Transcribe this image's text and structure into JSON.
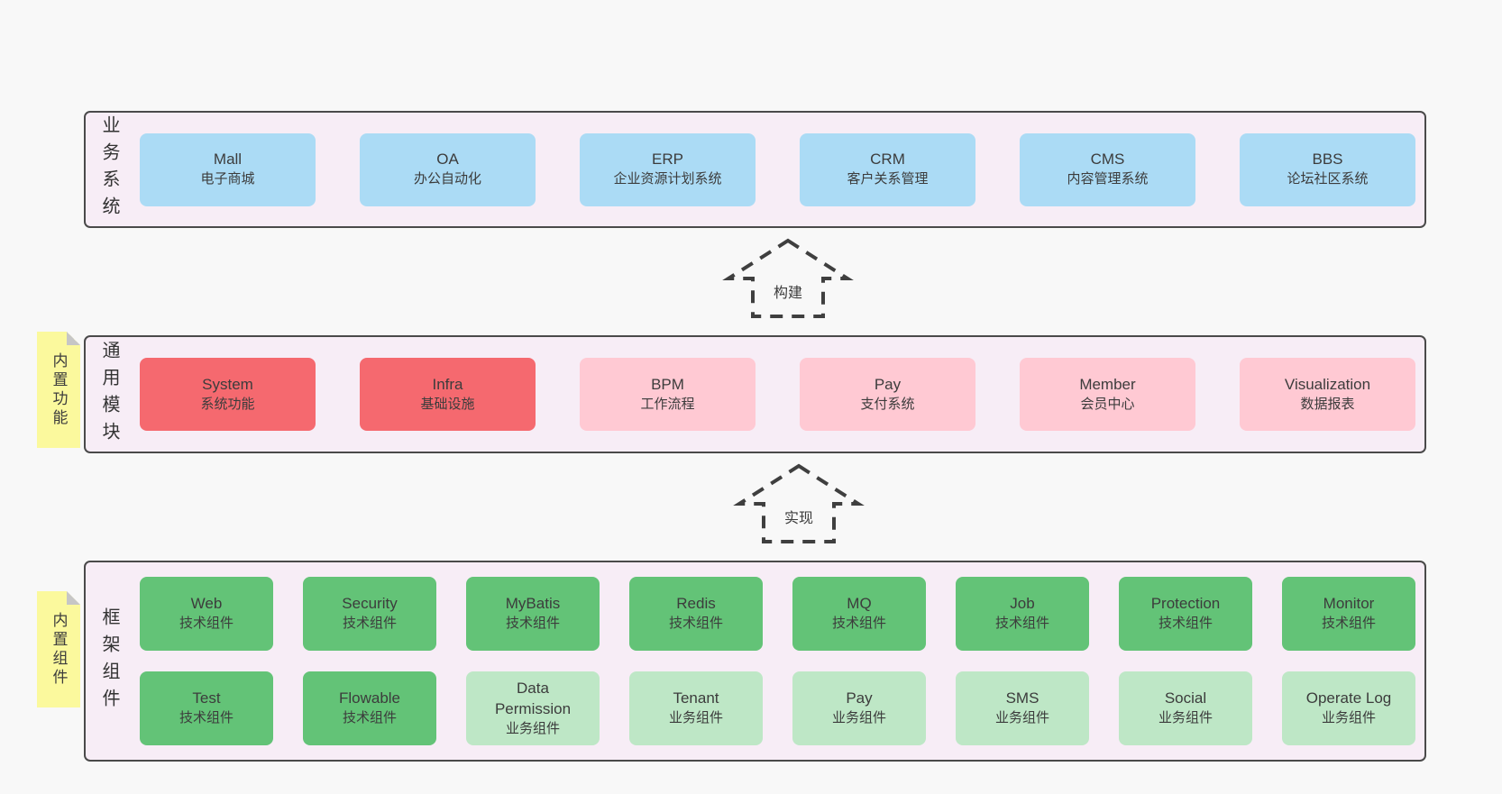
{
  "colors": {
    "page_bg": "#f8f8f8",
    "panel_bg": "#f7edf6",
    "panel_border": "#4a4a4a",
    "blue": "#abdbf5",
    "red": "#f5696f",
    "pink": "#ffc9d3",
    "green": "#63c377",
    "lightgreen": "#bee7c6",
    "sticky_yellow": "#fbf99d",
    "text": "#3c3c3c"
  },
  "layers": [
    {
      "label": "业务系统",
      "boxes": [
        {
          "title": "Mall",
          "subtitle": "电子商城",
          "variant": "blue"
        },
        {
          "title": "OA",
          "subtitle": "办公自动化",
          "variant": "blue"
        },
        {
          "title": "ERP",
          "subtitle": "企业资源计划系统",
          "variant": "blue"
        },
        {
          "title": "CRM",
          "subtitle": "客户关系管理",
          "variant": "blue"
        },
        {
          "title": "CMS",
          "subtitle": "内容管理系统",
          "variant": "blue"
        },
        {
          "title": "BBS",
          "subtitle": "论坛社区系统",
          "variant": "blue"
        }
      ]
    },
    {
      "label": "通用模块",
      "sticky_note": "内置功能",
      "boxes": [
        {
          "title": "System",
          "subtitle": "系统功能",
          "variant": "red"
        },
        {
          "title": "Infra",
          "subtitle": "基础设施",
          "variant": "red"
        },
        {
          "title": "BPM",
          "subtitle": "工作流程",
          "variant": "pink"
        },
        {
          "title": "Pay",
          "subtitle": "支付系统",
          "variant": "pink"
        },
        {
          "title": "Member",
          "subtitle": "会员中心",
          "variant": "pink"
        },
        {
          "title": "Visualization",
          "subtitle": "数据报表",
          "variant": "pink"
        }
      ]
    },
    {
      "label": "框架组件",
      "sticky_note": "内置组件",
      "rows": [
        [
          {
            "title": "Web",
            "subtitle": "技术组件",
            "variant": "green"
          },
          {
            "title": "Security",
            "subtitle": "技术组件",
            "variant": "green"
          },
          {
            "title": "MyBatis",
            "subtitle": "技术组件",
            "variant": "green"
          },
          {
            "title": "Redis",
            "subtitle": "技术组件",
            "variant": "green"
          },
          {
            "title": "MQ",
            "subtitle": "技术组件",
            "variant": "green"
          },
          {
            "title": "Job",
            "subtitle": "技术组件",
            "variant": "green"
          },
          {
            "title": "Protection",
            "subtitle": "技术组件",
            "variant": "green"
          },
          {
            "title": "Monitor",
            "subtitle": "技术组件",
            "variant": "green"
          }
        ],
        [
          {
            "title": "Test",
            "subtitle": "技术组件",
            "variant": "green"
          },
          {
            "title": "Flowable",
            "subtitle": "技术组件",
            "variant": "green"
          },
          {
            "title": "Data Permission",
            "subtitle": "业务组件",
            "variant": "lightgreen"
          },
          {
            "title": "Tenant",
            "subtitle": "业务组件",
            "variant": "lightgreen"
          },
          {
            "title": "Pay",
            "subtitle": "业务组件",
            "variant": "lightgreen"
          },
          {
            "title": "SMS",
            "subtitle": "业务组件",
            "variant": "lightgreen"
          },
          {
            "title": "Social",
            "subtitle": "业务组件",
            "variant": "lightgreen"
          },
          {
            "title": "Operate Log",
            "subtitle": "业务组件",
            "variant": "lightgreen"
          }
        ]
      ]
    }
  ],
  "arrows": [
    {
      "label": "构建"
    },
    {
      "label": "实现"
    }
  ]
}
